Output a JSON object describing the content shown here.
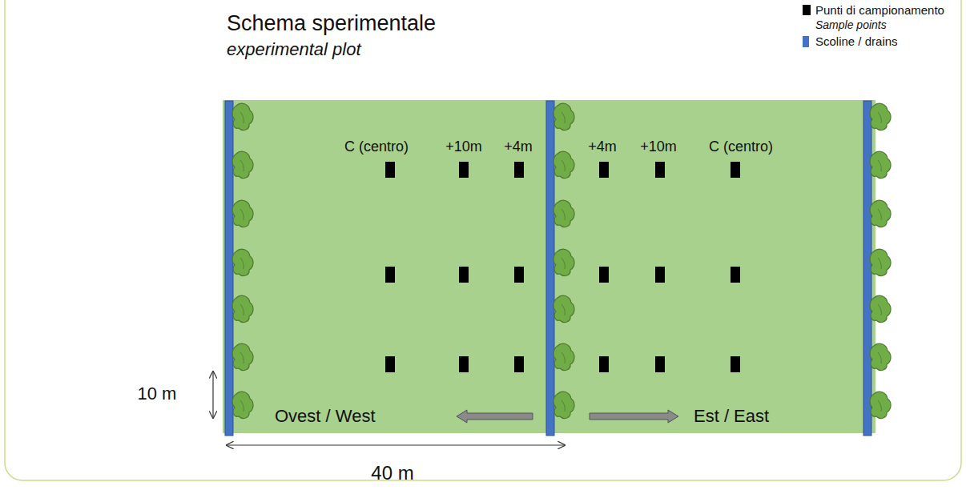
{
  "diagram": {
    "title": "Schema sperimentale",
    "labels": [
      "experimental plot",
      "Sample points",
      "C (centro)",
      "+10m",
      "+4m",
      "+4m",
      "+10m",
      "C (centro)",
      "Ovest / West",
      "Est / East",
      "10 m",
      "40 m"
    ],
    "legend": [
      {
        "text": "Punti di campionamento",
        "color": "#000000"
      },
      {
        "text": "Scoline / drains",
        "color": "#4472c4"
      }
    ]
  }
}
